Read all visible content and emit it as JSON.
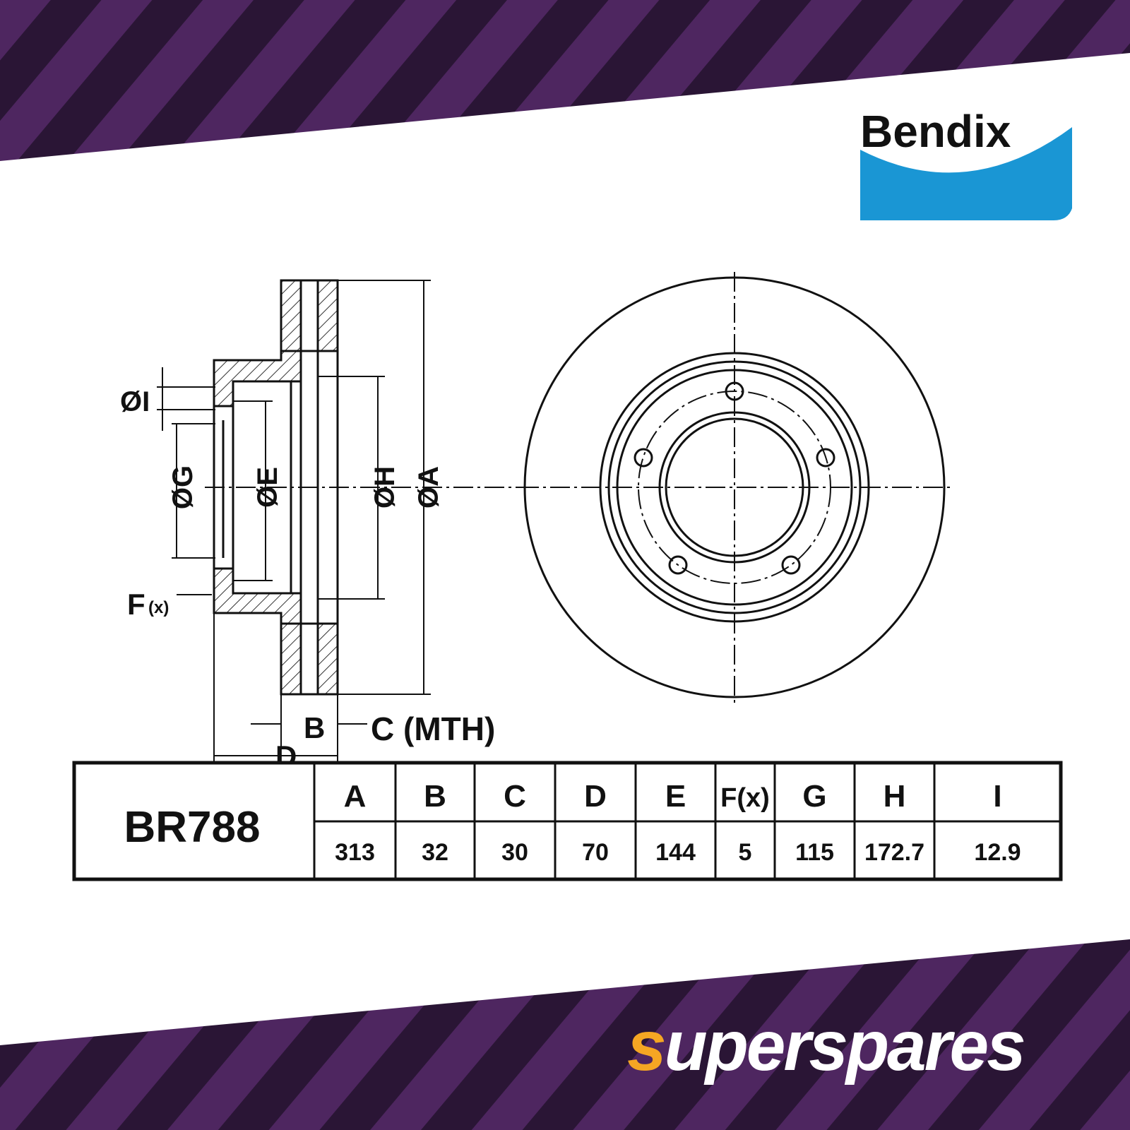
{
  "brand": {
    "name": "Bendix",
    "blue": "#1a96d4"
  },
  "retailer": {
    "name_first": "s",
    "name_rest": "uperspares",
    "accent": "#f5a623",
    "stripe_dark": "#2a1535",
    "stripe_light": "#4e2660"
  },
  "diagram": {
    "labels": {
      "I": "ØI",
      "G": "ØG",
      "E": "ØE",
      "H": "ØH",
      "A": "ØA",
      "F": "F",
      "F_sub": "(x)",
      "B": "B",
      "C": "C (MTH)",
      "D": "D"
    }
  },
  "table": {
    "part_number": "BR788",
    "columns": [
      {
        "header": "A",
        "value": "313"
      },
      {
        "header": "B",
        "value": "32"
      },
      {
        "header": "C",
        "value": "30"
      },
      {
        "header": "D",
        "value": "70"
      },
      {
        "header": "E",
        "value": "144"
      },
      {
        "header": "F(x)",
        "value": "5"
      },
      {
        "header": "G",
        "value": "115"
      },
      {
        "header": "H",
        "value": "172.7"
      },
      {
        "header": "I",
        "value": "12.9"
      }
    ]
  }
}
